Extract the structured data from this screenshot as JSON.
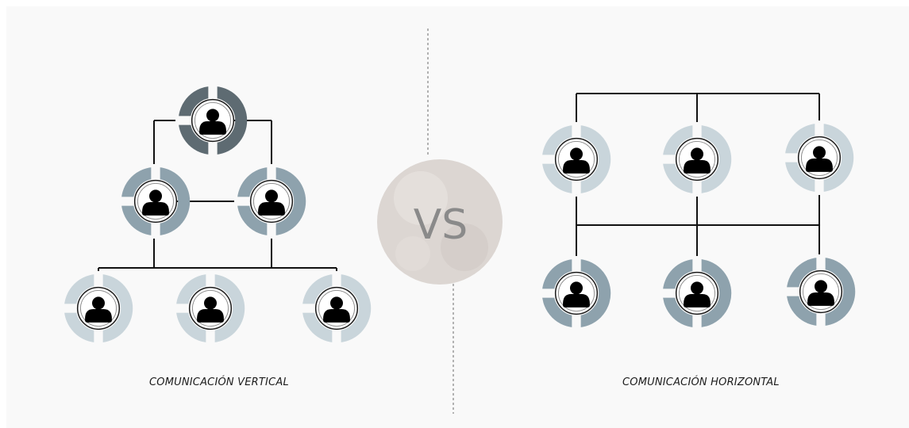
{
  "diagram": {
    "center_label": "VS",
    "left_caption": "COMUNICACIÓN VERTICAL",
    "right_caption": "COMUNICACIÓN HORIZONTAL"
  },
  "colors": {
    "line": "#111111",
    "divider": "#9a9a9a",
    "dark_ring": "#5e6b72",
    "mid_ring": "#8ea2ad",
    "light_ring": "#c9d5db",
    "person": "#000000",
    "vs_circle": "#dcd6d2",
    "vs_text": "#8a8a8a"
  }
}
